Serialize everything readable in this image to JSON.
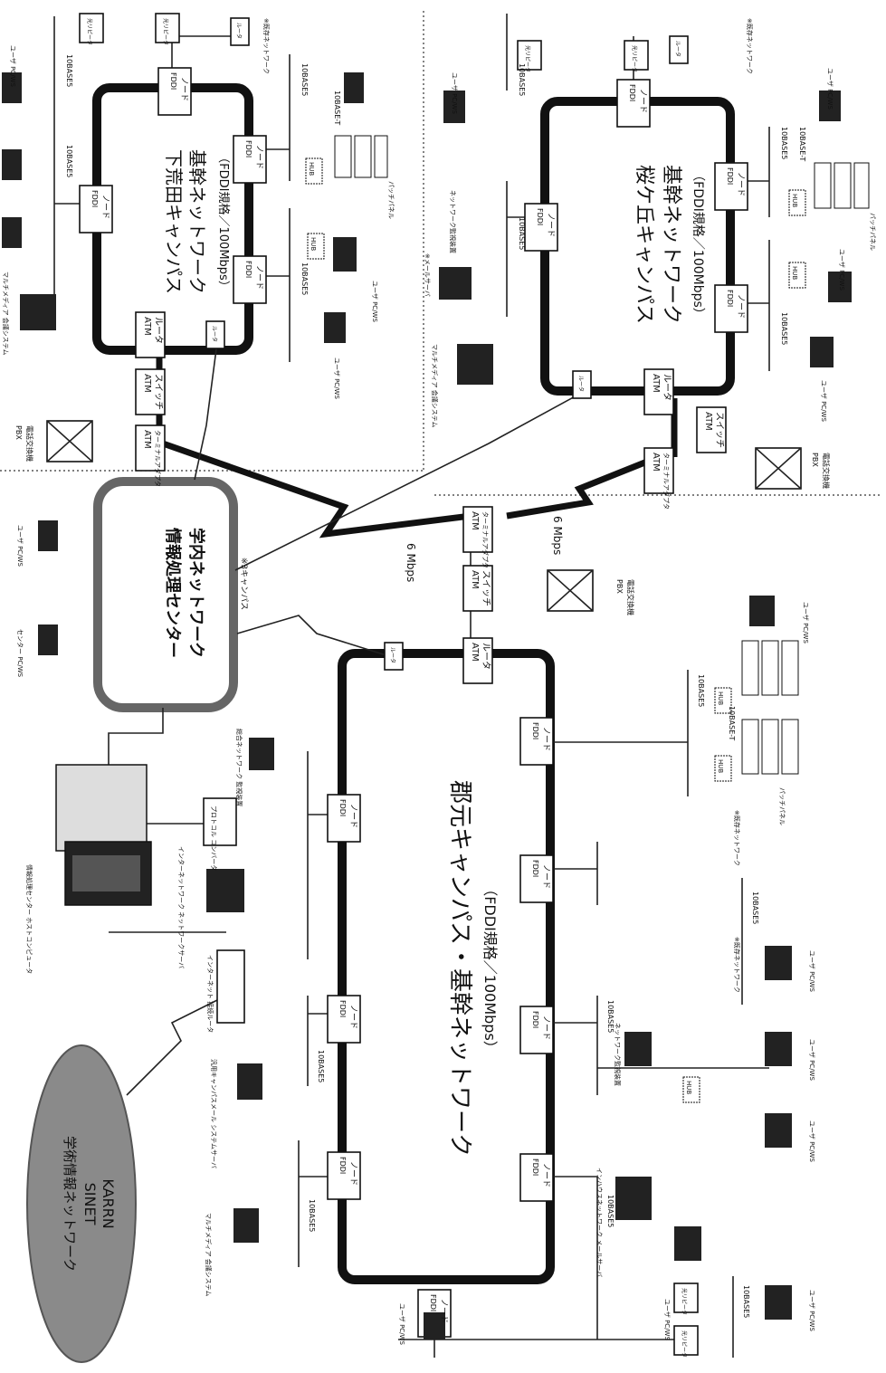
{
  "labels": {
    "shimoarata_title": "下荒田キャンパス",
    "shimoarata_sub": "基幹ネットワーク",
    "shimoarata_spec": "（FDDI規格／100Mbps）",
    "sakuragaoka_title": "桜ケ丘キャンパス",
    "sakuragaoka_sub": "基幹ネットワーク",
    "sakuragaoka_spec": "（FDDI規格／100Mbps）",
    "korimoto_title": "郡元キャンパス・基幹ネットワーク",
    "korimoto_spec": "（FDDI規格／100Mbps）",
    "center_title": "情報処理センター",
    "center_sub": "学内ネットワーク",
    "center_note": "※3キャンパス",
    "sinet_title": "学術情報ネットワーク",
    "sinet": "SINET",
    "karrn": "KARRN",
    "fddi": "FDDI",
    "node": "ノード",
    "atm": "ATM",
    "router": "ルータ",
    "switch": "スイッチ",
    "terminal_adapter": "ターミナルアダプタ",
    "router_small": "ルータ",
    "pbx": "PBX",
    "pbx_sub": "電話交換機",
    "speed_6mbps": "6 Mbps",
    "base5": "10BASE5",
    "baset": "10BASE-T",
    "hub": "HUB",
    "repeater": "光リピータ",
    "existing_net": "※既存ネットワーク",
    "user_pcws": "ユーザ PC/WS",
    "center_pcws": "センター PC/WS",
    "patch_panel": "パッチパネル",
    "multimedia": "マルチメディア 会議システム",
    "mail_server": "※メールサーバ",
    "net_monitor": "ネットワーク監視装置",
    "host_computer": "情報処理センター ホストコンピュータ",
    "protocol_converter": "プロトコル コンバータ",
    "internet_server": "インターネットワーク ネットワークサーバ",
    "internet_router": "インターネット 接続ルータ",
    "campus_mail": "汎用キャンパスメール システムサーバ",
    "inhouse_mail": "インハウスネットワーク メールサーバ",
    "integrated_monitor": "総合ネットワーク 監視装置"
  }
}
